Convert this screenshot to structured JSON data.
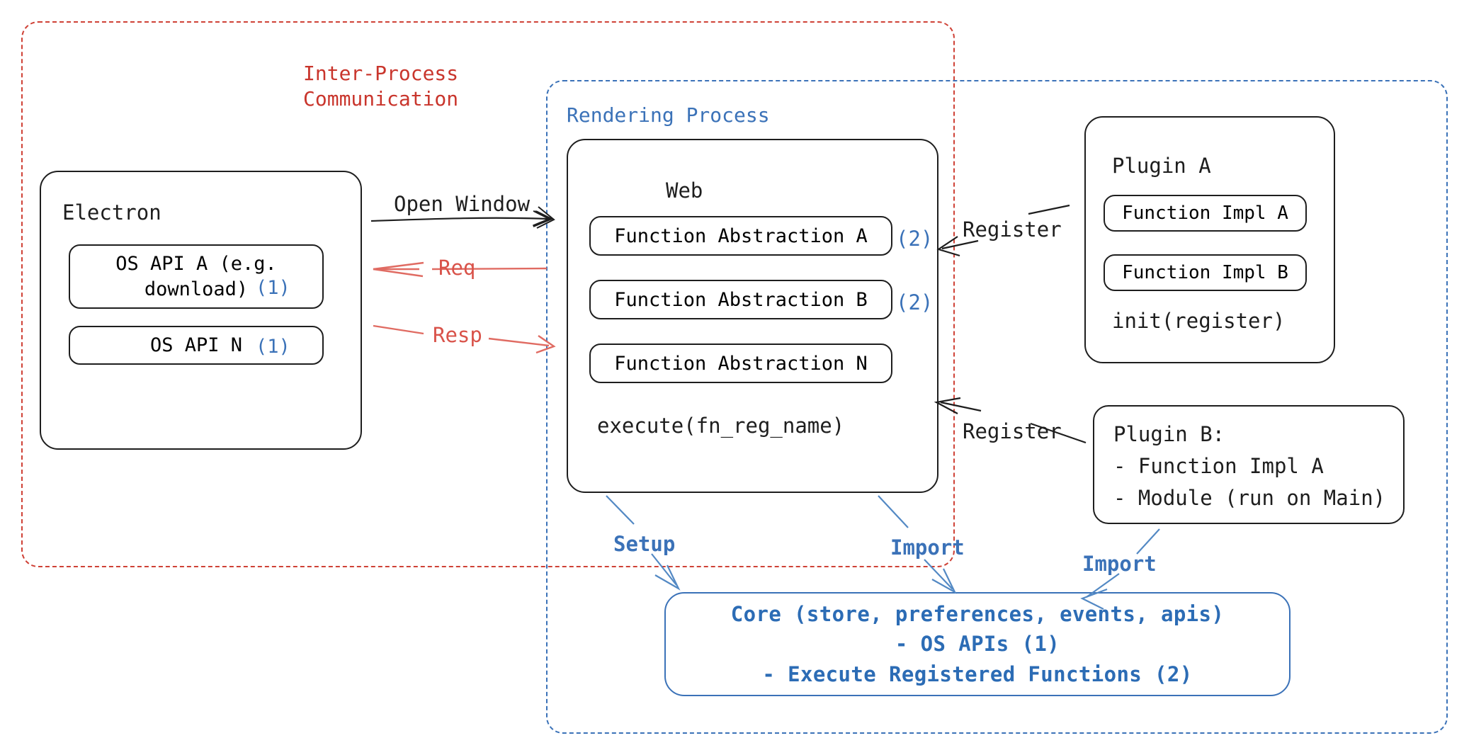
{
  "diagram": {
    "title": "Electron plugin architecture",
    "colors": {
      "ipc_red": "#c9352c",
      "process_blue": "#3b72b8",
      "stroke_black": "#1e1e1e",
      "core_blue": "#2c6cb5"
    }
  },
  "containers": {
    "ipc": {
      "label": "Inter-Process\nCommunication",
      "color": "#c9352c"
    },
    "rendering": {
      "label": "Rendering Process",
      "color": "#3b72b8"
    }
  },
  "electron": {
    "title": "Electron",
    "apis": [
      {
        "name": "OS API A (e.g.\ndownload)",
        "tag": "(1)"
      },
      {
        "name": "OS API N",
        "tag": "(1)"
      }
    ]
  },
  "web": {
    "title": "Web",
    "abstractions": [
      {
        "name": "Function Abstraction A",
        "tag": "(2)"
      },
      {
        "name": "Function Abstraction B",
        "tag": "(2)"
      },
      {
        "name": "Function Abstraction N",
        "tag": ""
      }
    ],
    "footer": "execute(fn_reg_name)"
  },
  "plugin_a": {
    "title": "Plugin A",
    "items": [
      "Function Impl A",
      "Function Impl B"
    ],
    "footer": "init(register)"
  },
  "plugin_b": {
    "lines": [
      "Plugin B:",
      "- Function Impl A",
      "- Module (run on Main)"
    ]
  },
  "core": {
    "lines": [
      "Core (store, preferences, events, apis)",
      "- OS APIs (1)",
      "- Execute Registered Functions (2)"
    ]
  },
  "edges": [
    {
      "id": "open-window",
      "label": "Open Window",
      "color": "#1e1e1e"
    },
    {
      "id": "req",
      "label": "Req",
      "color": "#e06b62"
    },
    {
      "id": "resp",
      "label": "Resp",
      "color": "#e06b62"
    },
    {
      "id": "register-a",
      "label": "Register",
      "color": "#1e1e1e"
    },
    {
      "id": "register-b",
      "label": "Register",
      "color": "#1e1e1e"
    },
    {
      "id": "setup",
      "label": "Setup",
      "color": "#3b72b8"
    },
    {
      "id": "import-web",
      "label": "Import",
      "color": "#3b72b8"
    },
    {
      "id": "import-plugin-b",
      "label": "Import",
      "color": "#3b72b8"
    }
  ]
}
